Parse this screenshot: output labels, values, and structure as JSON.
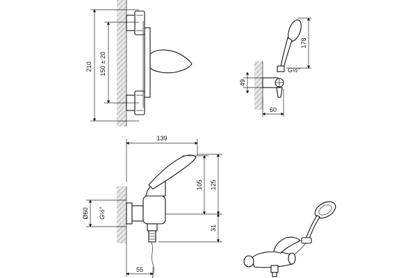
{
  "views": {
    "front": {
      "height_total": "210",
      "spacing": "150 ± 20"
    },
    "holder": {
      "hand_shower_length": "178",
      "holder_height": "49",
      "holder_depth": "60",
      "thread": "G½\""
    },
    "side": {
      "width": "139",
      "lever_height": "105",
      "total_height": "125",
      "outlet_height": "31",
      "flange_diameter": "Ø60",
      "thread": "G½\"",
      "outlet_offset": "55"
    }
  }
}
